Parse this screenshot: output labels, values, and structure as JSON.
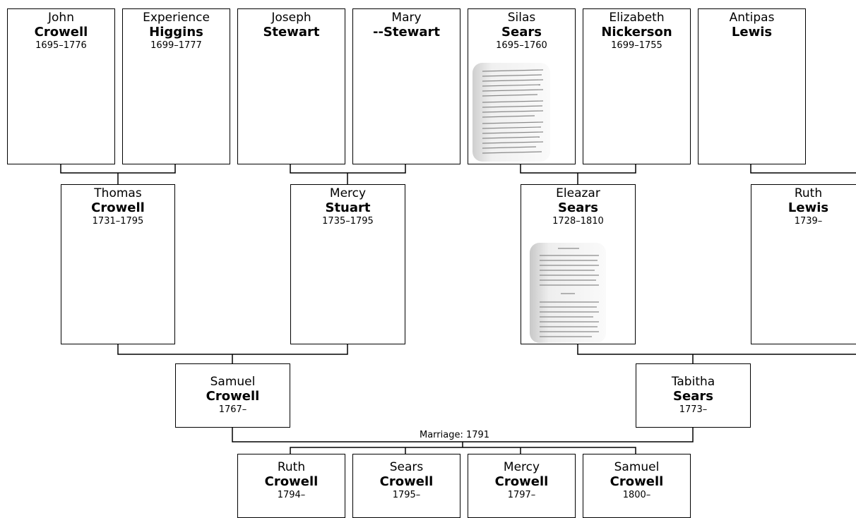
{
  "people": [
    {
      "id": "john",
      "given": "John",
      "surname": "Crowell",
      "years": "1695–1776"
    },
    {
      "id": "experience",
      "given": "Experience",
      "surname": "Higgins",
      "years": "1699–1777"
    },
    {
      "id": "joseph",
      "given": "Joseph",
      "surname": "Stewart",
      "years": ""
    },
    {
      "id": "mary",
      "given": "Mary",
      "surname": "--Stewart",
      "years": ""
    },
    {
      "id": "silas",
      "given": "Silas",
      "surname": "Sears",
      "years": "1695–1760",
      "has_document": true
    },
    {
      "id": "elizabeth",
      "given": "Elizabeth",
      "surname": "Nickerson",
      "years": "1699–1755"
    },
    {
      "id": "antipas",
      "given": "Antipas",
      "surname": "Lewis",
      "years": ""
    },
    {
      "id": "thomas",
      "given": "Thomas",
      "surname": "Crowell",
      "years": "1731–1795"
    },
    {
      "id": "mercy_stuart",
      "given": "Mercy",
      "surname": "Stuart",
      "years": "1735–1795"
    },
    {
      "id": "eleazar",
      "given": "Eleazar",
      "surname": "Sears",
      "years": "1728–1810",
      "has_document": true
    },
    {
      "id": "ruth_lewis",
      "given": "Ruth",
      "surname": "Lewis",
      "years": "1739–"
    },
    {
      "id": "samuel",
      "given": "Samuel",
      "surname": "Crowell",
      "years": "1767–"
    },
    {
      "id": "tabitha",
      "given": "Tabitha",
      "surname": "Sears",
      "years": "1773–"
    },
    {
      "id": "ruth_crowell",
      "given": "Ruth",
      "surname": "Crowell",
      "years": "1794–"
    },
    {
      "id": "sears_crowell",
      "given": "Sears",
      "surname": "Crowell",
      "years": "1795–"
    },
    {
      "id": "mercy_crowell",
      "given": "Mercy",
      "surname": "Crowell",
      "years": "1797–"
    },
    {
      "id": "samuel_jr",
      "given": "Samuel",
      "surname": "Crowell",
      "years": "1800–"
    }
  ],
  "marriage_label": "Marriage: 1791",
  "colors": {
    "line": "#000000",
    "card_border": "#000000",
    "background": "#ffffff"
  }
}
